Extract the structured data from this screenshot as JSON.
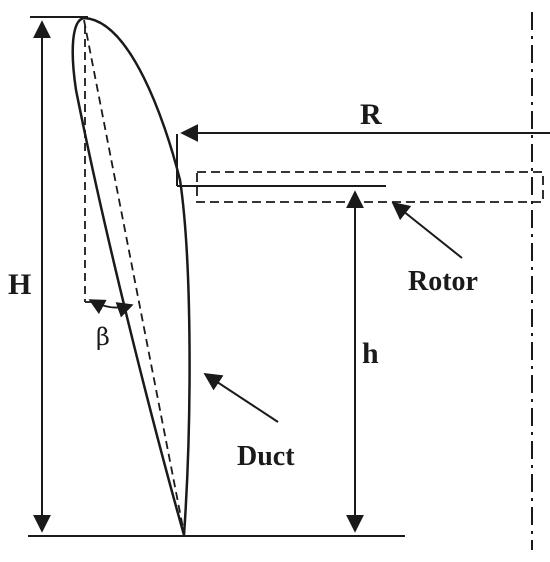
{
  "labels": {
    "H": "H",
    "R": "R",
    "h": "h",
    "beta": "β",
    "rotor": "Rotor",
    "duct": "Duct"
  },
  "colors": {
    "stroke": "#1a1a1a",
    "background": "#ffffff"
  }
}
